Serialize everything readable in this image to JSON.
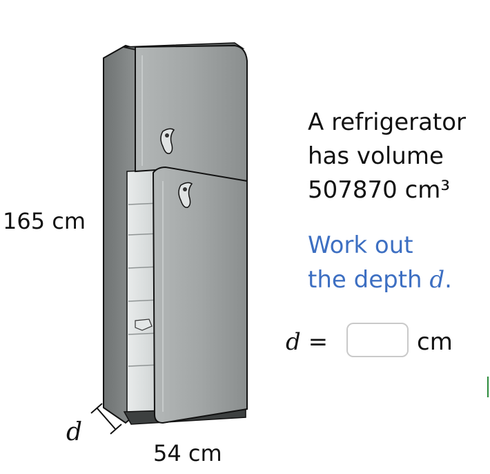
{
  "fridge": {
    "height_label": "165 cm",
    "width_label": "54 cm",
    "depth_label": "d"
  },
  "problem": {
    "line1": "A refrigerator",
    "line2": "has volume",
    "line3": "507870 cm³",
    "prompt_line1": "Work out",
    "prompt_line2_prefix": "the depth ",
    "prompt_variable": "d",
    "prompt_line2_suffix": "."
  },
  "answer": {
    "variable": "d",
    "equals": "=",
    "value": "",
    "unit": "cm"
  },
  "colors": {
    "prompt_text": "#3d6fc2",
    "fridge_body": "#8d9191",
    "fridge_door": "#a4a8a8",
    "marker": "#2a8a3a"
  }
}
